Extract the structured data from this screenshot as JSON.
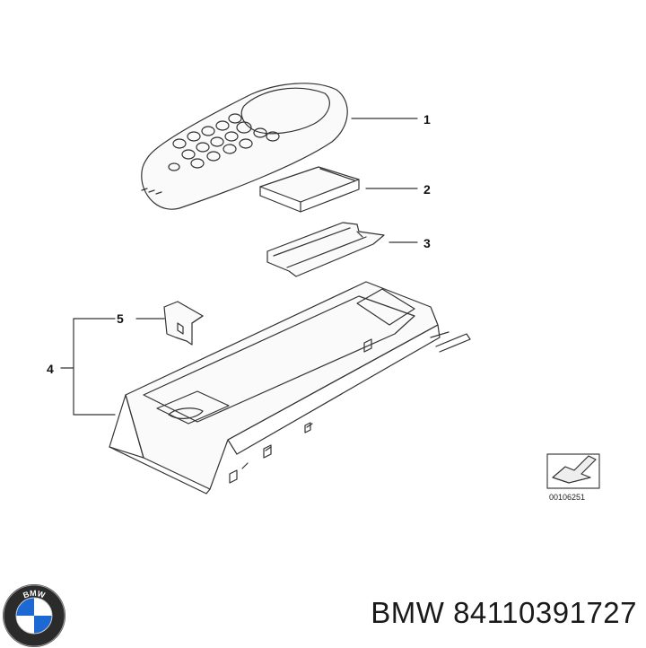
{
  "callouts": [
    "1",
    "2",
    "3",
    "4",
    "5"
  ],
  "diagram_code": "00106251",
  "logo": {
    "icon": "bmw-roundel-icon",
    "text": "BMW",
    "colors": {
      "blue": "#1c69d4",
      "dark": "#2b2b2b"
    }
  },
  "caption": {
    "brand": "BMW",
    "part_number": "84110391727"
  }
}
